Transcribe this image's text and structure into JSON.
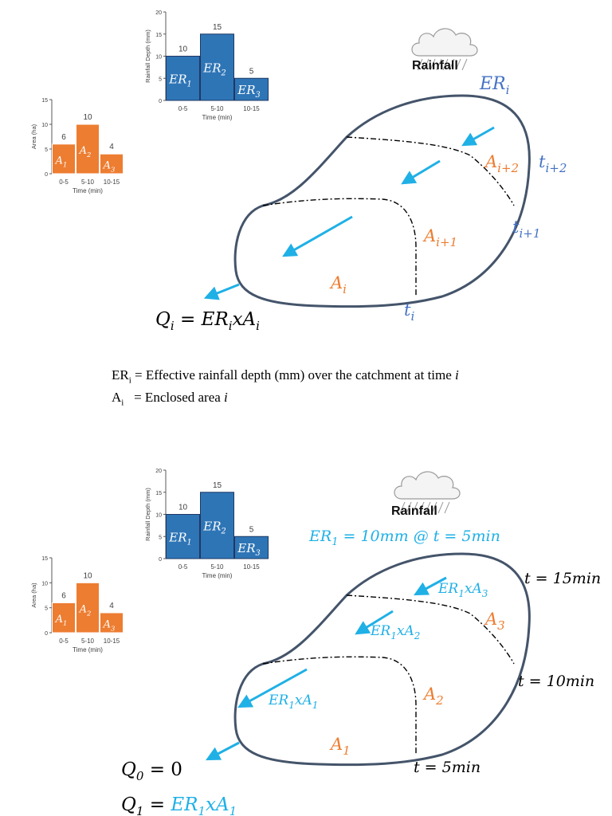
{
  "colors": {
    "outline": "#44546a",
    "orange": "#ed7d31",
    "blue_bar": "#2e75b6",
    "blue_text": "#4472c4",
    "cyan": "#1fb0e6"
  },
  "rain_chart": {
    "type": "bar",
    "categories": [
      "0-5",
      "5-10",
      "10-15"
    ],
    "values": [
      10,
      15,
      5
    ],
    "bar_labels": [
      "ER",
      "ER",
      "ER"
    ],
    "bar_subs": [
      "1",
      "2",
      "3"
    ],
    "ylabel": "Rainfall Depth (mm)",
    "xlabel": "Time (min)",
    "ylim": [
      0,
      20
    ],
    "yticks": [
      0,
      5,
      10,
      15,
      20
    ]
  },
  "area_chart": {
    "type": "bar",
    "categories": [
      "0-5",
      "5-10",
      "10-15"
    ],
    "values": [
      6,
      10,
      4
    ],
    "bar_labels": [
      "A",
      "A",
      "A"
    ],
    "bar_subs": [
      "1",
      "2",
      "3"
    ],
    "ylabel": "Area (ha)",
    "xlabel": "Time (min)",
    "ylim": [
      0,
      15
    ],
    "yticks": [
      0,
      5,
      10,
      15
    ]
  },
  "top": {
    "rainfall_label": "Rainfall",
    "er_i": "ER",
    "er_i_sub": "i",
    "area_labels": [
      {
        "base": "A",
        "sub": "i+2"
      },
      {
        "base": "A",
        "sub": "i+1"
      },
      {
        "base": "A",
        "sub": "i"
      }
    ],
    "time_labels": [
      {
        "base": "t",
        "sub": "i+2"
      },
      {
        "base": "t",
        "sub": "i+1"
      },
      {
        "base": "t",
        "sub": "i"
      }
    ],
    "equation": {
      "q": "Q",
      "q_sub": "i",
      "eq": " = ",
      "er": "ER",
      "er_sub": "i",
      "x": "x",
      "a": "A",
      "a_sub": "i"
    }
  },
  "legend": {
    "line1_er": "ER",
    "line1_sub": "i",
    "line1_text": " = Effective rainfall depth (mm) over the catchment at time ",
    "line1_var": "i",
    "line2_a": "A",
    "line2_sub": "i",
    "line2_text": "   = Enclosed area ",
    "line2_var": "i"
  },
  "bottom": {
    "rainfall_label": "Rainfall",
    "er_at_time": {
      "base": "ER",
      "sub": "1",
      "rest": " = 10mm @ t = 5min"
    },
    "arrow_labels": [
      {
        "er": "ER",
        "er_sub": "1",
        "x": "x",
        "a": "A",
        "a_sub": "3"
      },
      {
        "er": "ER",
        "er_sub": "1",
        "x": "x",
        "a": "A",
        "a_sub": "2"
      },
      {
        "er": "ER",
        "er_sub": "1",
        "x": "x",
        "a": "A",
        "a_sub": "1"
      }
    ],
    "area_labels": [
      {
        "base": "A",
        "sub": "3"
      },
      {
        "base": "A",
        "sub": "2"
      },
      {
        "base": "A",
        "sub": "1"
      }
    ],
    "time_labels": [
      "t = 15min",
      "t = 10min",
      "t = 5min"
    ],
    "q0": {
      "q": "Q",
      "sub": "0",
      "rest": " = 0"
    },
    "q1": {
      "q": "Q",
      "sub": "1",
      "eq": " = ",
      "er": "ER",
      "er_sub": "1",
      "x": "x",
      "a": "A",
      "a_sub": "1"
    }
  }
}
